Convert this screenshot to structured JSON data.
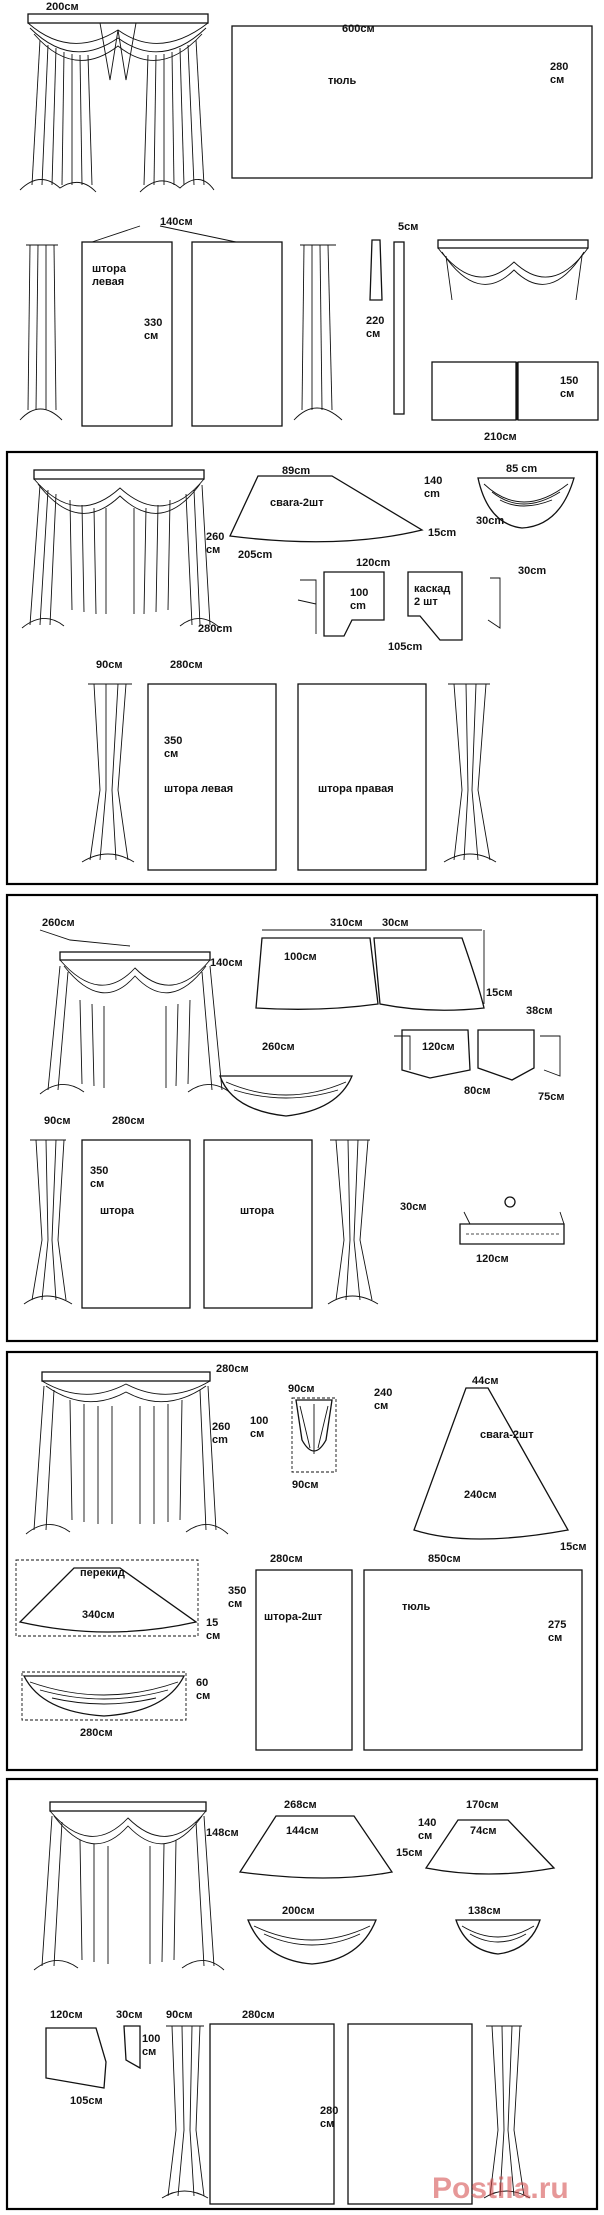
{
  "section1": {
    "top_width": "200см",
    "tulle_width": "600см",
    "tulle_label": "тюль",
    "tulle_height_a": "280",
    "tulle_height_b": "см",
    "panels_width": "140см",
    "curtain_left_a": "штора",
    "curtain_left_b": "левая",
    "curtain_height_a": "330",
    "curtain_height_b": "см",
    "tie_width": "5см",
    "tie_length_a": "220",
    "tie_length_b": "см",
    "valance_height_a": "150",
    "valance_height_b": "см",
    "valance_width": "210см"
  },
  "section2": {
    "swag_top": "89cm",
    "swag_label": "сваrа-2шт",
    "swag_depth_a": "140",
    "swag_depth_b": "cm",
    "swag_bottom": "205cm",
    "swag_gap": "15cm",
    "small_top": "85 cm",
    "small_side": "30cm",
    "height_a": "260",
    "height_b": "см",
    "width": "280cm",
    "cascade_top": "120cm",
    "cascade_side_a": "100",
    "cascade_side_b": "cm",
    "cascade_label_a": "каскад",
    "cascade_label_b": "2 шт",
    "cascade_bottom": "105cm",
    "cascade_end": "30cm",
    "tie_width": "90см",
    "panel_width": "280см",
    "panel_height_a": "350",
    "panel_height_b": "см",
    "curtain_left": "штора левая",
    "curtain_right": "штора правая"
  },
  "section3": {
    "corner": "260см",
    "swag_w1": "310см",
    "swag_w2": "30см",
    "drop": "140см",
    "swag_depth": "100см",
    "swag_gap": "15см",
    "swag_bottom": "260см",
    "cascade_top": "120см",
    "cascade_bottom": "80см",
    "cascade_w": "38см",
    "cascade_end": "75см",
    "tie_width": "90см",
    "panel_width": "280см",
    "panel_height_a": "350",
    "panel_height_b": "см",
    "curtain_a": "штора",
    "curtain_b": "штора",
    "box_depth": "30см",
    "box_width": "120см"
  },
  "section4": {
    "corner": "280см",
    "height_a": "260",
    "height_b": "cm",
    "jabot_w": "90см",
    "jabot_h_a": "100",
    "jabot_h_b": "см",
    "jabot_bottom": "90см",
    "swag_top": "44см",
    "swag_side_a": "240",
    "swag_side_b": "см",
    "swag_label": "сваrа-2шт",
    "swag_bottom": "240см",
    "swag_gap": "15см",
    "perekid_label": "перекид",
    "perekid_width": "340см",
    "perekid_gap_a": "15",
    "perekid_gap_b": "см",
    "perekid_depth_a": "60",
    "perekid_depth_b": "см",
    "perekid_bottom": "280см",
    "panel_width": "280см",
    "panel_height_a": "350",
    "panel_height_b": "см",
    "curtain_label": "штора-2шт",
    "tulle_width": "850см",
    "tulle_label": "тюль",
    "tulle_height_a": "275",
    "tulle_height_b": "см"
  },
  "section5": {
    "swag1_top": "268см",
    "swag1_inner": "144см",
    "swag1_side": "148см",
    "swag_gap": "15см",
    "swag2_top": "170см",
    "swag2_inner": "74см",
    "swag2_side_a": "140",
    "swag2_side_b": "см",
    "swag1_bottom": "200см",
    "swag2_bottom": "138см",
    "cascade_top": "120см",
    "cascade_bottom": "105см",
    "tie_w": "30см",
    "tie_h_a": "100",
    "tie_h_b": "см",
    "tie_width": "90см",
    "panel_width": "280см",
    "panel_height_a": "280",
    "panel_height_b": "см"
  },
  "watermark": "Postila.ru"
}
